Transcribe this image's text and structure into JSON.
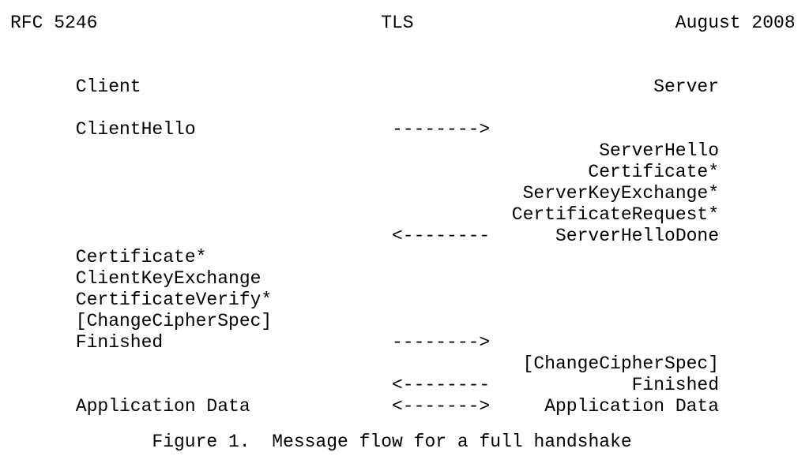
{
  "colors": {
    "text": "#000000",
    "background": "#ffffff"
  },
  "page_header": {
    "left": "RFC 5246",
    "center": "TLS",
    "right": "August 2008"
  },
  "diagram": {
    "type": "sequence-flow",
    "client_label": "Client",
    "server_label": "Server",
    "arrow_to_server": "-------->",
    "arrow_to_client": "<--------",
    "arrow_bidirectional": "<------->",
    "client_flight_1": {
      "direction": "client-to-server",
      "messages": [
        "ClientHello"
      ]
    },
    "server_flight_1": {
      "direction": "server-to-client",
      "messages": [
        "ServerHello",
        "Certificate*",
        "ServerKeyExchange*",
        "CertificateRequest*",
        "ServerHelloDone"
      ]
    },
    "client_flight_2": {
      "direction": "client-to-server",
      "messages": [
        "Certificate*",
        "ClientKeyExchange",
        "CertificateVerify*",
        "[ChangeCipherSpec]",
        "Finished"
      ]
    },
    "server_flight_2": {
      "direction": "server-to-client",
      "messages": [
        "[ChangeCipherSpec]",
        "Finished"
      ]
    },
    "application_data": {
      "direction": "bidirectional",
      "client": "Application Data",
      "server": "Application Data"
    }
  },
  "caption": "Figure 1.  Message flow for a full handshake"
}
